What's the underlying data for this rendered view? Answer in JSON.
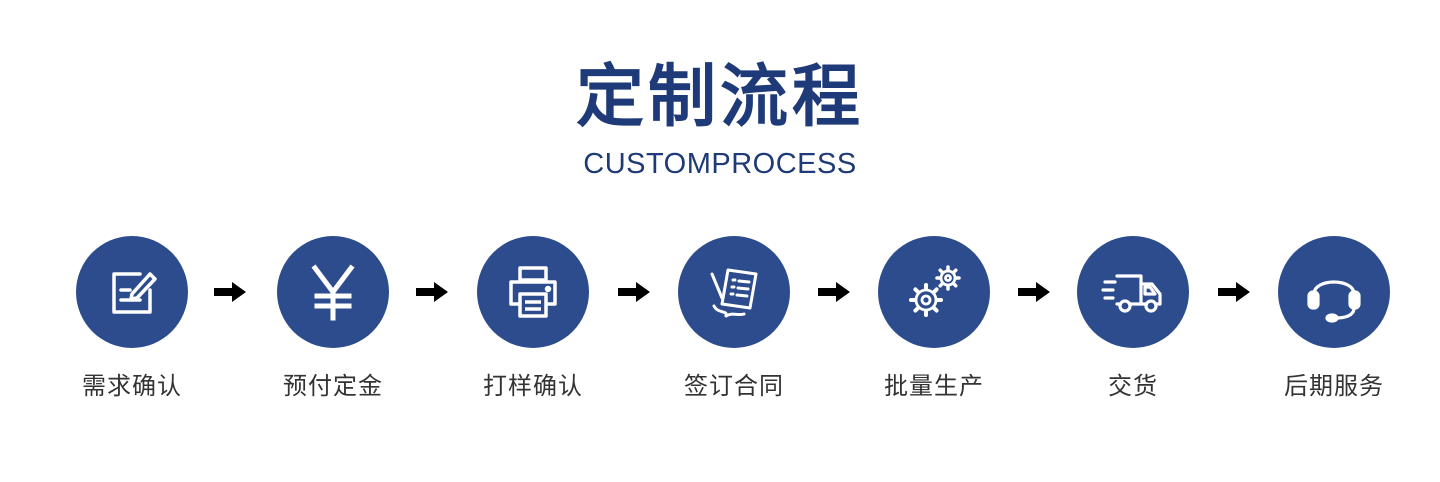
{
  "header": {
    "title": "定制流程",
    "subtitle": "CUSTOMPROCESS"
  },
  "steps": [
    {
      "label": "需求确认",
      "icon": "edit-document-icon"
    },
    {
      "label": "预付定金",
      "icon": "yen-icon"
    },
    {
      "label": "打样确认",
      "icon": "printer-icon"
    },
    {
      "label": "签订合同",
      "icon": "sign-contract-icon"
    },
    {
      "label": "批量生产",
      "icon": "gears-icon"
    },
    {
      "label": "交货",
      "icon": "delivery-truck-icon"
    },
    {
      "label": "后期服务",
      "icon": "headset-icon"
    }
  ],
  "colors": {
    "primary": "#2c4c8d",
    "title": "#1f3a78",
    "arrow": "#000000",
    "label": "#333333"
  }
}
